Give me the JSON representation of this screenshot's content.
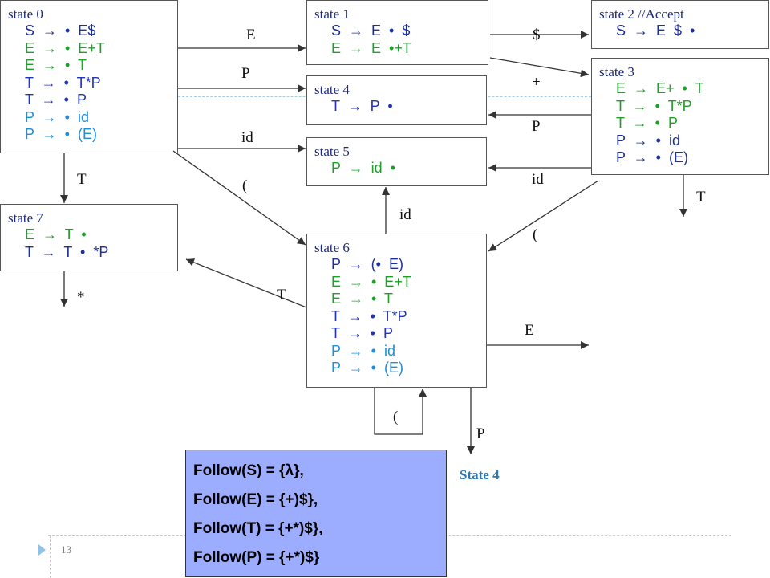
{
  "palette": {
    "title": "#1d2a78",
    "navy": "#1e2f9a",
    "blue": "#2234b8",
    "green": "#1f9f2a",
    "sky": "#1c8fd8",
    "follow_bg": "#9cadff",
    "note": "#2b79b4",
    "arrow": "#333333"
  },
  "states": {
    "s0": {
      "title": "state 0",
      "items": [
        {
          "text": "S → • E$",
          "color": "navy"
        },
        {
          "text": "E → • E+T",
          "color": "green"
        },
        {
          "text": "E → • T",
          "color": "green"
        },
        {
          "text": "T → • T*P",
          "color": "blue"
        },
        {
          "text": "T → • P",
          "color": "blue"
        },
        {
          "text": "P → • id",
          "color": "sky"
        },
        {
          "text": "P → • (E)",
          "color": "sky"
        }
      ]
    },
    "s1": {
      "title": "state 1",
      "items": [
        {
          "text": "S → E • $",
          "color": "navy"
        },
        {
          "text": "E → E •+T",
          "color": "green"
        }
      ]
    },
    "s2": {
      "title": "state 2 //Accept",
      "items": [
        {
          "text": "S → E $ •",
          "color": "navy"
        }
      ]
    },
    "s3": {
      "title": "state 3",
      "items": [
        {
          "text": "E → E+ • T",
          "color": "green"
        },
        {
          "text": "T → • T*P",
          "color": "green"
        },
        {
          "text": "T → • P",
          "color": "green"
        },
        {
          "text": "P → • id",
          "color": "navy"
        },
        {
          "text": "P → • (E)",
          "color": "navy"
        }
      ]
    },
    "s4": {
      "title": "state 4",
      "items": [
        {
          "text": "T → P •",
          "color": "blue"
        }
      ]
    },
    "s5": {
      "title": "state 5",
      "items": [
        {
          "text": "P → id •",
          "color": "green"
        }
      ]
    },
    "s6": {
      "title": "state 6",
      "items": [
        {
          "text": "P → (• E)",
          "color": "navy"
        },
        {
          "text": "E → • E+T",
          "color": "green"
        },
        {
          "text": "E → • T",
          "color": "green"
        },
        {
          "text": "T → • T*P",
          "color": "blue"
        },
        {
          "text": "T → • P",
          "color": "blue"
        },
        {
          "text": "P → • id",
          "color": "sky"
        },
        {
          "text": "P → • (E)",
          "color": "sky"
        }
      ]
    },
    "s7": {
      "title": "state 7",
      "items": [
        {
          "text": "E → T •",
          "color": "green"
        },
        {
          "text": "T → T • *P",
          "color": "navy"
        }
      ]
    }
  },
  "transitions": {
    "s0_s1": "E",
    "s0_s4": "P",
    "s0_s5": "id",
    "s0_s6": "(",
    "s0_s7": "T",
    "s7_out": "*",
    "s1_s2": "$",
    "s1_s3": "+",
    "s3_s4": "P",
    "s3_s5": "id",
    "s3_s6": "(",
    "s3_out": "T",
    "s6_s5": "id",
    "s6_s7": "T",
    "s6_out_e": "E",
    "s6_out_p": "P",
    "s6_s6": "("
  },
  "annotation": {
    "p_target": "State 4"
  },
  "follow": {
    "lines": [
      "Follow(S) = {λ},",
      "Follow(E) = {+)$},",
      "Follow(T) = {+*)$},",
      "Follow(P) = {+*)$}"
    ]
  },
  "slide": {
    "page_number": "13"
  }
}
